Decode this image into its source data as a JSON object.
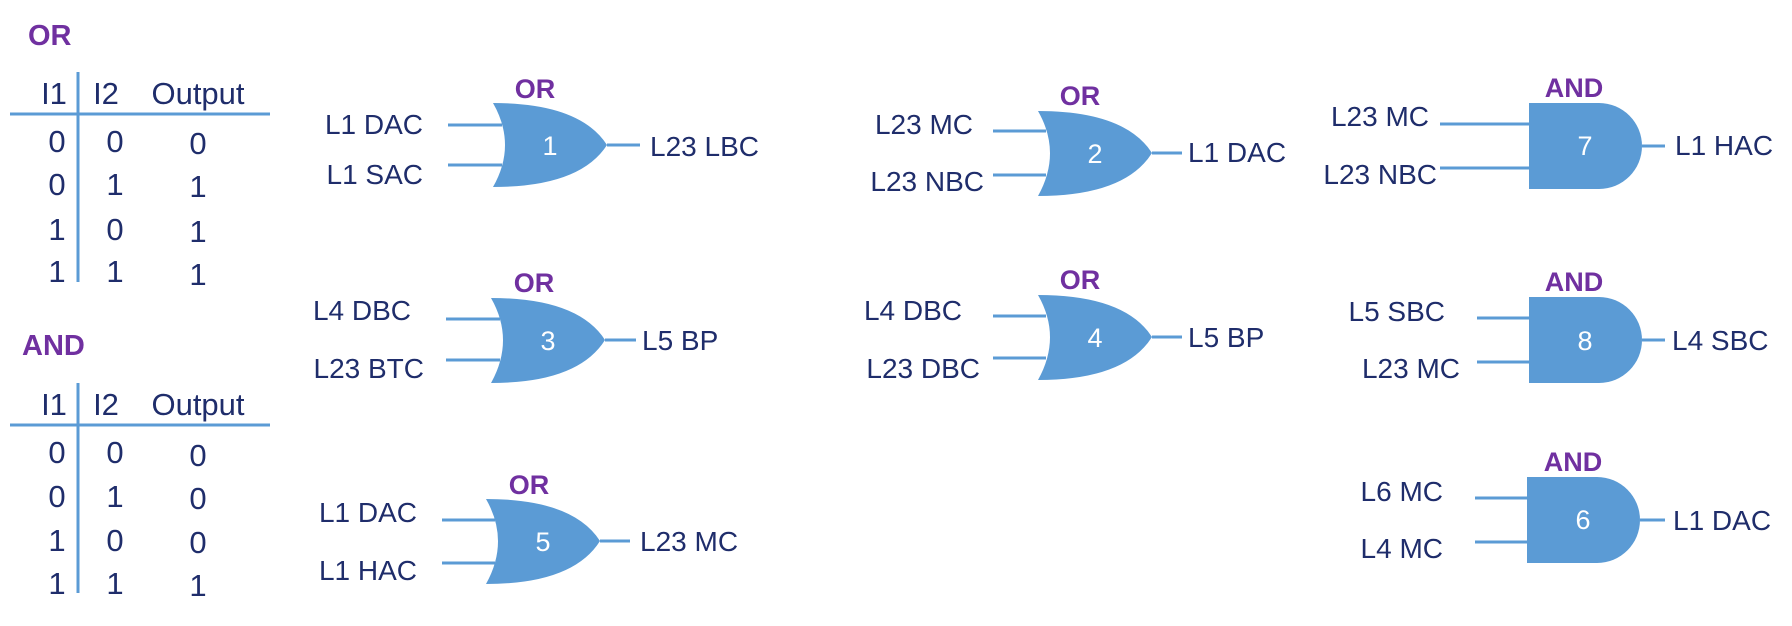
{
  "truth_tables": [
    {
      "title": "OR",
      "headers": [
        "I1",
        "I2",
        "Output"
      ],
      "rows": [
        [
          "0",
          "0",
          "0"
        ],
        [
          "0",
          "1",
          "1"
        ],
        [
          "1",
          "0",
          "1"
        ],
        [
          "1",
          "1",
          "1"
        ]
      ]
    },
    {
      "title": "AND",
      "headers": [
        "I1",
        "I2",
        "Output"
      ],
      "rows": [
        [
          "0",
          "0",
          "0"
        ],
        [
          "0",
          "1",
          "0"
        ],
        [
          "1",
          "0",
          "0"
        ],
        [
          "1",
          "1",
          "1"
        ]
      ]
    }
  ],
  "gates": [
    {
      "id": "1",
      "type": "OR",
      "inputs": [
        "L1 DAC",
        "L1 SAC"
      ],
      "output": "L23 LBC"
    },
    {
      "id": "2",
      "type": "OR",
      "inputs": [
        "L23 MC",
        "L23 NBC"
      ],
      "output": "L1 DAC"
    },
    {
      "id": "7",
      "type": "AND",
      "inputs": [
        "L23 MC",
        "L23 NBC"
      ],
      "output": "L1 HAC"
    },
    {
      "id": "3",
      "type": "OR",
      "inputs": [
        "L4 DBC",
        "L23 BTC"
      ],
      "output": "L5 BP"
    },
    {
      "id": "4",
      "type": "OR",
      "inputs": [
        "L4 DBC",
        "L23 DBC"
      ],
      "output": "L5 BP"
    },
    {
      "id": "8",
      "type": "AND",
      "inputs": [
        "L5 SBC",
        "L23 MC"
      ],
      "output": "L4 SBC"
    },
    {
      "id": "5",
      "type": "OR",
      "inputs": [
        "L1 DAC",
        "L1 HAC"
      ],
      "output": "L23 MC"
    },
    {
      "id": "6",
      "type": "AND",
      "inputs": [
        "L6 MC",
        "L4 MC"
      ],
      "output": "L1 DAC"
    }
  ],
  "colors": {
    "gate_fill": "#5b9bd5",
    "title": "#7030a0",
    "text": "#1f2d6b"
  }
}
